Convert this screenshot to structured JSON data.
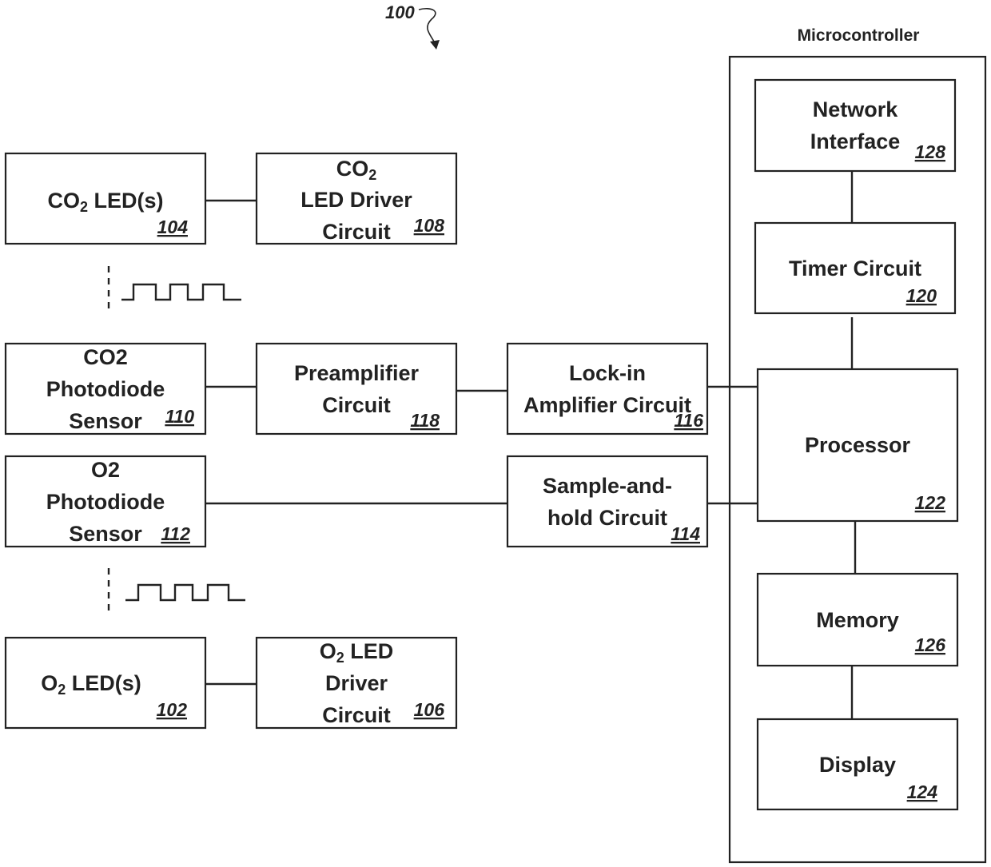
{
  "figure_ref": "100",
  "microcontroller_label": "Microcontroller",
  "blocks": {
    "co2_led": {
      "line1_pre": "CO",
      "line1_sub": "2",
      "line1_post": " LED(s)",
      "ref": "104"
    },
    "co2_driver": {
      "line1_pre": "CO",
      "line1_sub": "2",
      "line2": "LED Driver",
      "line3": "Circuit",
      "ref": "108"
    },
    "co2_photodiode": {
      "line1": "CO2",
      "line2": "Photodiode",
      "line3": "Sensor",
      "ref": "110"
    },
    "preamplifier": {
      "line1": "Preamplifier",
      "line2": "Circuit",
      "ref": "118"
    },
    "lockin": {
      "line1": "Lock-in",
      "line2": "Amplifier Circuit",
      "ref": "116"
    },
    "o2_photodiode": {
      "line1": "O2",
      "line2": "Photodiode",
      "line3": "Sensor",
      "ref": "112"
    },
    "sample_hold": {
      "line1": "Sample-and-",
      "line2": "hold Circuit",
      "ref": "114"
    },
    "o2_led": {
      "line1_pre": "O",
      "line1_sub": "2",
      "line1_post": " LED(s)",
      "ref": "102"
    },
    "o2_driver": {
      "line1_pre": "O",
      "line1_sub": "2",
      "line1_post": " LED",
      "line2": "Driver",
      "line3": "Circuit",
      "ref": "106"
    },
    "network_interface": {
      "line1": "Network",
      "line2": "Interface",
      "ref": "128"
    },
    "timer": {
      "line1": "Timer Circuit",
      "ref": "120"
    },
    "processor": {
      "line1": "Processor",
      "ref": "122"
    },
    "memory": {
      "line1": "Memory",
      "ref": "126"
    },
    "display": {
      "line1": "Display",
      "ref": "124"
    }
  }
}
